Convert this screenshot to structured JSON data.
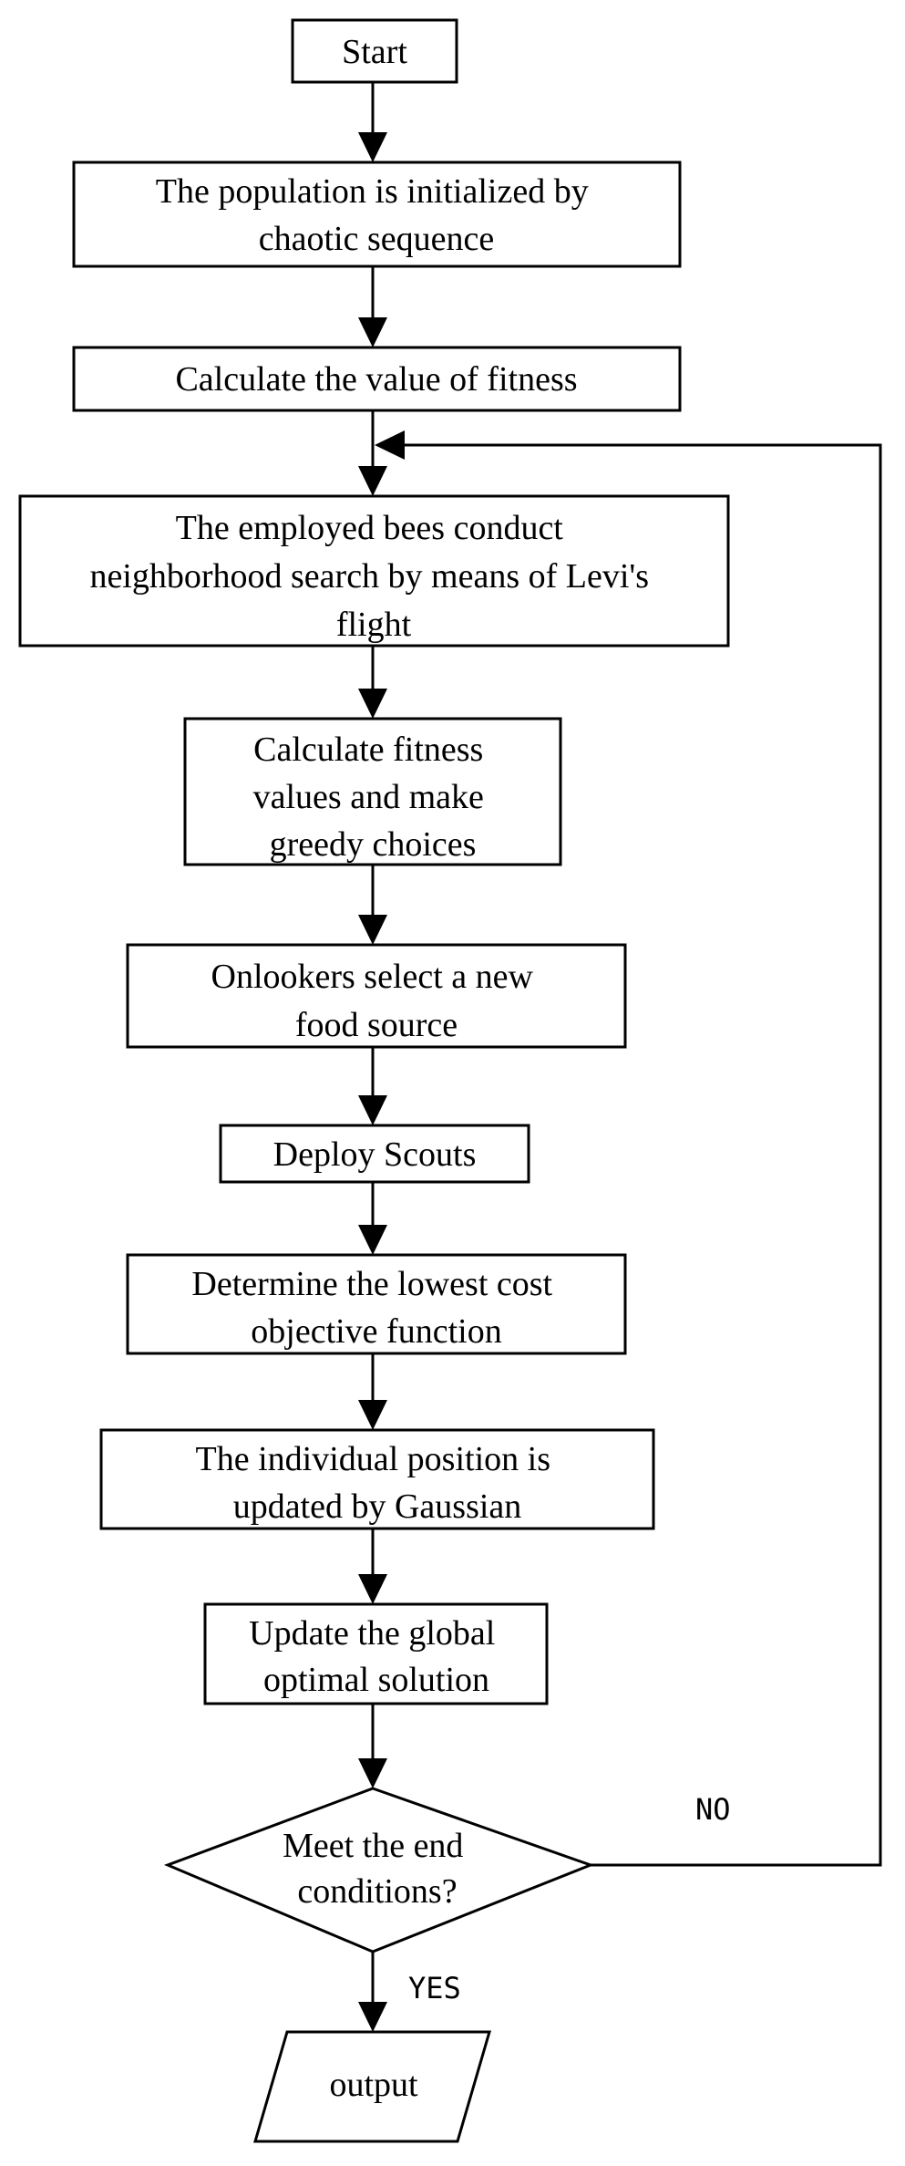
{
  "nodes": [
    {
      "id": "start",
      "lines": [
        "Start"
      ]
    },
    {
      "id": "init",
      "lines": [
        "The population is initialized by",
        "chaotic sequence"
      ]
    },
    {
      "id": "calc-fitness",
      "lines": [
        "Calculate the value of fitness"
      ]
    },
    {
      "id": "employed-bees",
      "lines": [
        "The employed bees conduct",
        "neighborhood search by means of Levi's",
        "flight"
      ]
    },
    {
      "id": "greedy",
      "lines": [
        "Calculate fitness",
        "values and make",
        "greedy choices"
      ]
    },
    {
      "id": "onlookers",
      "lines": [
        "Onlookers select a new",
        "food source"
      ]
    },
    {
      "id": "scouts",
      "lines": [
        "Deploy Scouts"
      ]
    },
    {
      "id": "lowest-cost",
      "lines": [
        "Determine the lowest cost",
        "objective function"
      ]
    },
    {
      "id": "gaussian",
      "lines": [
        "The individual position is",
        "updated by Gaussian"
      ]
    },
    {
      "id": "global-opt",
      "lines": [
        "Update the global",
        "optimal solution"
      ]
    },
    {
      "id": "end-check",
      "lines": [
        "Meet the end",
        "conditions?"
      ]
    },
    {
      "id": "output",
      "lines": [
        "output"
      ]
    }
  ],
  "edge_labels": {
    "no": "NO",
    "yes": "YES"
  }
}
